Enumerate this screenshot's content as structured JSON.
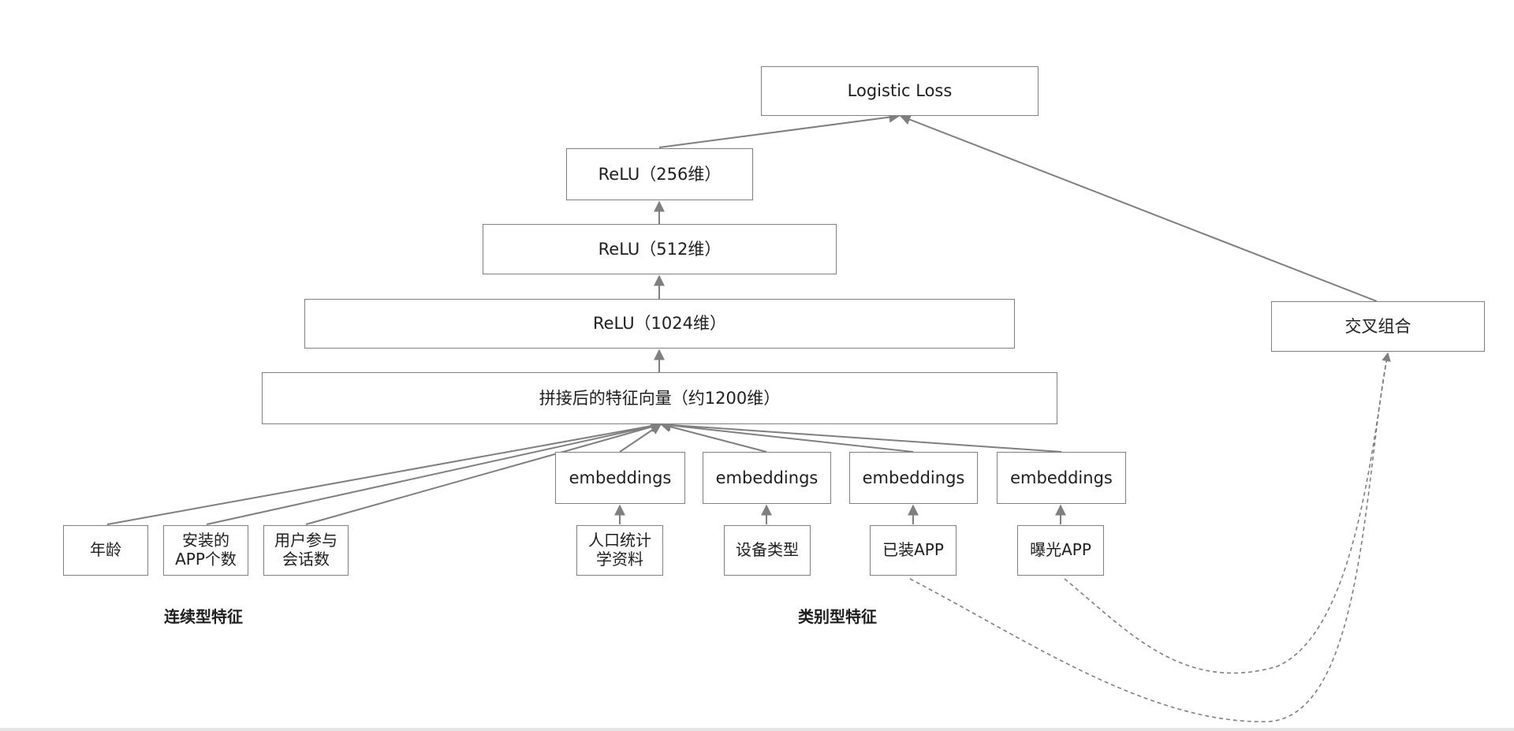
{
  "nodes": {
    "logistic_loss": "Logistic Loss",
    "relu_256": "ReLU（256维）",
    "relu_512": "ReLU（512维）",
    "relu_1024": "ReLU（1024维）",
    "concat": "拼接后的特征向量（约1200维）",
    "cross": "交叉组合",
    "emb_1": "embeddings",
    "emb_2": "embeddings",
    "emb_3": "embeddings",
    "emb_4": "embeddings",
    "age": "年龄",
    "app_count_line1": "安装的",
    "app_count_line2": "APP个数",
    "session_line1": "用户参与",
    "session_line2": "会话数",
    "demo_line1": "人口统计",
    "demo_line2": "学资料",
    "device": "设备类型",
    "installed_app": "已装APP",
    "exposed_app": "曝光APP"
  },
  "captions": {
    "continuous": "连续型特征",
    "categorical": "类别型特征"
  },
  "colors": {
    "edge": "#7f7f7f",
    "box_border": "#808080"
  }
}
